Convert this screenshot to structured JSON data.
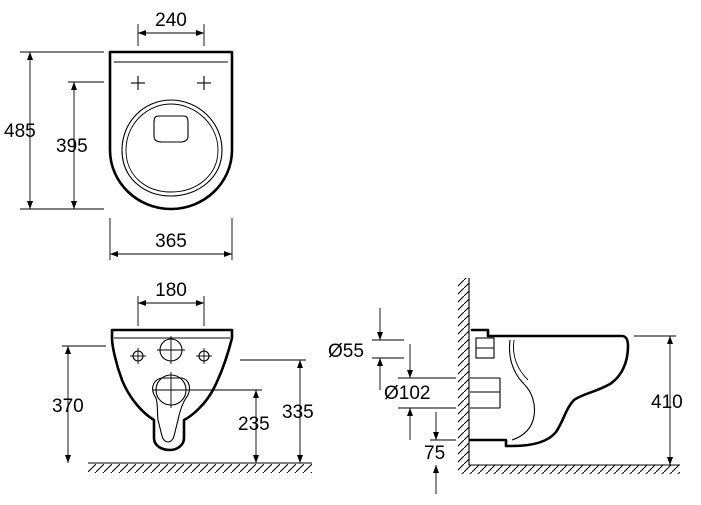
{
  "top_view": {
    "seat_width": "240",
    "total_length": "485",
    "bowl_length": "395",
    "total_width": "365"
  },
  "front_view": {
    "mounting_spacing": "180",
    "height_370": "370",
    "height_235": "235",
    "height_335": "335"
  },
  "side_view": {
    "inlet_diameter": "Ø55",
    "outlet_diameter": "Ø102",
    "outlet_offset": "75",
    "rim_height": "410"
  }
}
